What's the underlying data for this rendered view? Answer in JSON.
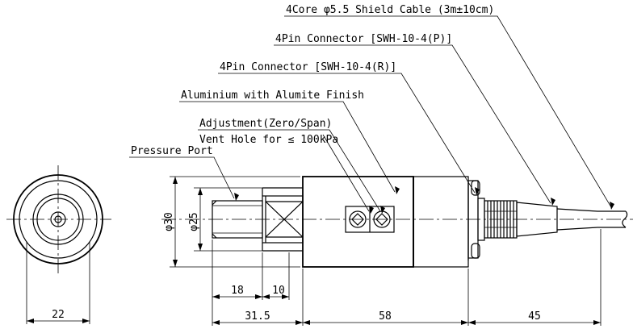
{
  "callouts": {
    "cable": "4Core φ5.5 Shield Cable (3m±10cm)",
    "connector_p": "4Pin Connector [SWH-10-4(P)]",
    "connector_r": "4Pin Connector [SWH-10-4(R)]",
    "material": "Aluminium with Alumite Finish",
    "adjustment": "Adjustment(Zero/Span)",
    "vent_hole": "Vent Hole for ≤ 100kPa",
    "pressure_port": "Pressure Port"
  },
  "dimensions": {
    "end_view_width": "22",
    "dia_outer": "φ30",
    "dia_inner": "φ25",
    "thread_length": "18",
    "hex_length": "10",
    "fitting_length": "31.5",
    "body_length": "58",
    "cable_length": "45"
  }
}
